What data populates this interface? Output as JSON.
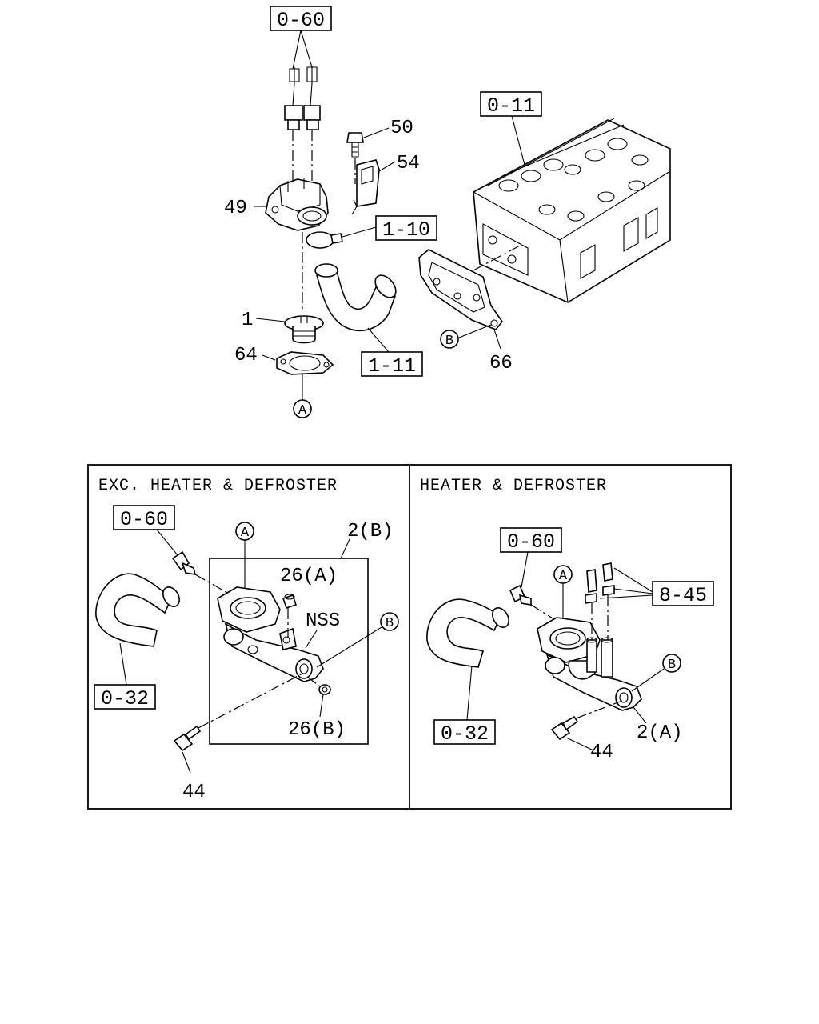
{
  "main_diagram": {
    "ref_boxes": [
      "0-60",
      "0-11",
      "1-10",
      "1-11"
    ],
    "part_numbers": [
      "50",
      "54",
      "49",
      "1",
      "64",
      "66"
    ],
    "connectors": [
      "A",
      "B"
    ]
  },
  "panels": [
    {
      "title": "EXC. HEATER & DEFROSTER",
      "ref_boxes": [
        "0-60",
        "0-32"
      ],
      "part_numbers": [
        "2(B)",
        "26(A)",
        "NSS",
        "26(B)",
        "44"
      ],
      "connectors": [
        "A",
        "B"
      ]
    },
    {
      "title": "HEATER & DEFROSTER",
      "ref_boxes": [
        "0-60",
        "8-45",
        "0-32"
      ],
      "part_numbers": [
        "2(A)",
        "44"
      ],
      "connectors": [
        "A",
        "B"
      ]
    }
  ]
}
